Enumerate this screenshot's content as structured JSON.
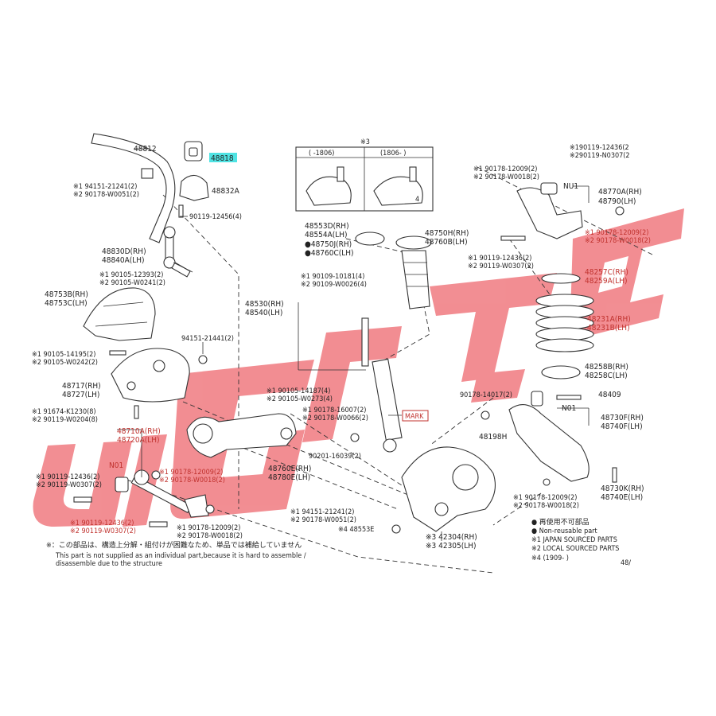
{
  "watermark": {
    "text": "UAUAIE",
    "color": "#f07a80"
  },
  "colors": {
    "highlight": "#4fe3e3",
    "red_label": "#c0322e"
  },
  "labels": {
    "p48812": "48812",
    "p48818": "48818",
    "p48832a": "48832A",
    "p194151": "※1 94151-21241(2)",
    "p290178w51": "※2 90178-W0051(2)",
    "p90119_12456": "90119-12456(4)",
    "p48830": "48830D(RH)",
    "p48840": "48840A(LH)",
    "p190105_12393": "※1 90105-12393(2)",
    "p290105_w241": "※2 90105-W0241(2)",
    "p48753": "48753B(RH)",
    "p48753c": "48753C(LH)",
    "p94151_2144": "94151-21441(2)",
    "p190105_14195": "※1 90105-14195(2)",
    "p290105_w242": "※2 90105-W0242(2)",
    "p48717": "48717(RH)",
    "p48727": "48727(LH)",
    "p191674": "※1 91674-K1230(8)",
    "p290119_w204": "※2 90119-W0204(8)",
    "p48710": "48710A(RH)",
    "p48720": "48720A(LH)",
    "n01a": "N01",
    "p190119_12436a": "※1 90119-12436(2)",
    "p290119_w307a": "※2 90119-W0307(2)",
    "p190178_12009a": "※1 90178-12009(2)",
    "p290178_w18a": "※2 90178-W0018(2)",
    "p190119_12436b": "※1 90119-12436(2)",
    "p290119_w307b": "※2 90119-W0307(2)",
    "p190178_12009b": "※1 90178-12009(2)",
    "p290178_w18b": "※2 90178-W0018(2)",
    "note_jp": "※：この部品は、構造上分解・組付けが困難なため、単品では補給していません",
    "note_en1": "This part is not supplied as an individual part,because it is hard to assemble /",
    "note_en2": "disassemble due to the structure",
    "star3": "※3",
    "box_left": "(    -1806)",
    "box_right": "(1806-      )",
    "box_num4": "4",
    "p48553": "48553D(RH)",
    "p48554": "48554A(LH)",
    "p48750j": "●48750J(RH)",
    "p48760c": "●48760C(LH)",
    "p190109": "※1 90109-10181(4)",
    "p290109": "※2 90109-W0026(4)",
    "p48530": "48530(RH)",
    "p48540": "48540(LH)",
    "p190105_14187": "※1 90105-14187(4)",
    "p290105_w273": "※2 90105-W0273(4)",
    "p190178_16007": "※1 90178-16007(2)",
    "p290178_w66": "※2 90178-W0066(2)",
    "mark": "MARK",
    "p90201": "90201-16039(2)",
    "p48760e": "48760E(RH)",
    "p48780e": "48780E(LH)",
    "p194151b": "※1 94151-21241(2)",
    "p290178_w51b": "※2 90178-W0051(2)",
    "p48553e": "※4 48553E",
    "p42304": "※3 42304(RH)",
    "p42305": "※3 42305(LH)",
    "p48750h": "48750H(RH)",
    "p48760b": "48760B(LH)",
    "p190119_12436c": "※190119-12436(2",
    "p290119_w307c": "※290119-N0307(2",
    "p190178_12009c": "※1 90178-12009(2)",
    "p290178_w18c": "※2 90178-W0018(2)",
    "nu1": "NU1",
    "p48770": "48770A(RH)",
    "p48790": "48790(LH)",
    "p190178_12009d": "※1 90178-12009(2)",
    "p290178_w18d": "※2 90178-W0018(2)",
    "p190119_12436d": "※1 90119-12436(2)",
    "p290119_w307d": "※2 90119-W0307(2)",
    "p48257c": "48257C(RH)",
    "p48259a": "48259A(LH)",
    "p48231a": "48231A(RH)",
    "p48231b": "48231B(LH)",
    "p48258b": "48258B(RH)",
    "p48258c": "48258C(LH)",
    "p90178_14017": "90178-14017(2)",
    "p48409": "48409",
    "n01b": "N01",
    "p48198h": "48198H",
    "p48730f": "48730F(RH)",
    "p48740f": "48740F(LH)",
    "p48730k": "48730K(RH)",
    "p48740e": "48740E(LH)",
    "p190178_12009e": "※1 90178-12009(2)",
    "p290178_w18e": "※2 90178-W0018(2)",
    "legend1": "● 再使用不可部品",
    "legend2": "● Non-reusable part",
    "legend3": "※1 JAPAN SOURCED PARTS",
    "legend4": "※2 LOCAL SOURCED PARTS",
    "legend5": "※4 (1909-      )",
    "page": "48/"
  }
}
